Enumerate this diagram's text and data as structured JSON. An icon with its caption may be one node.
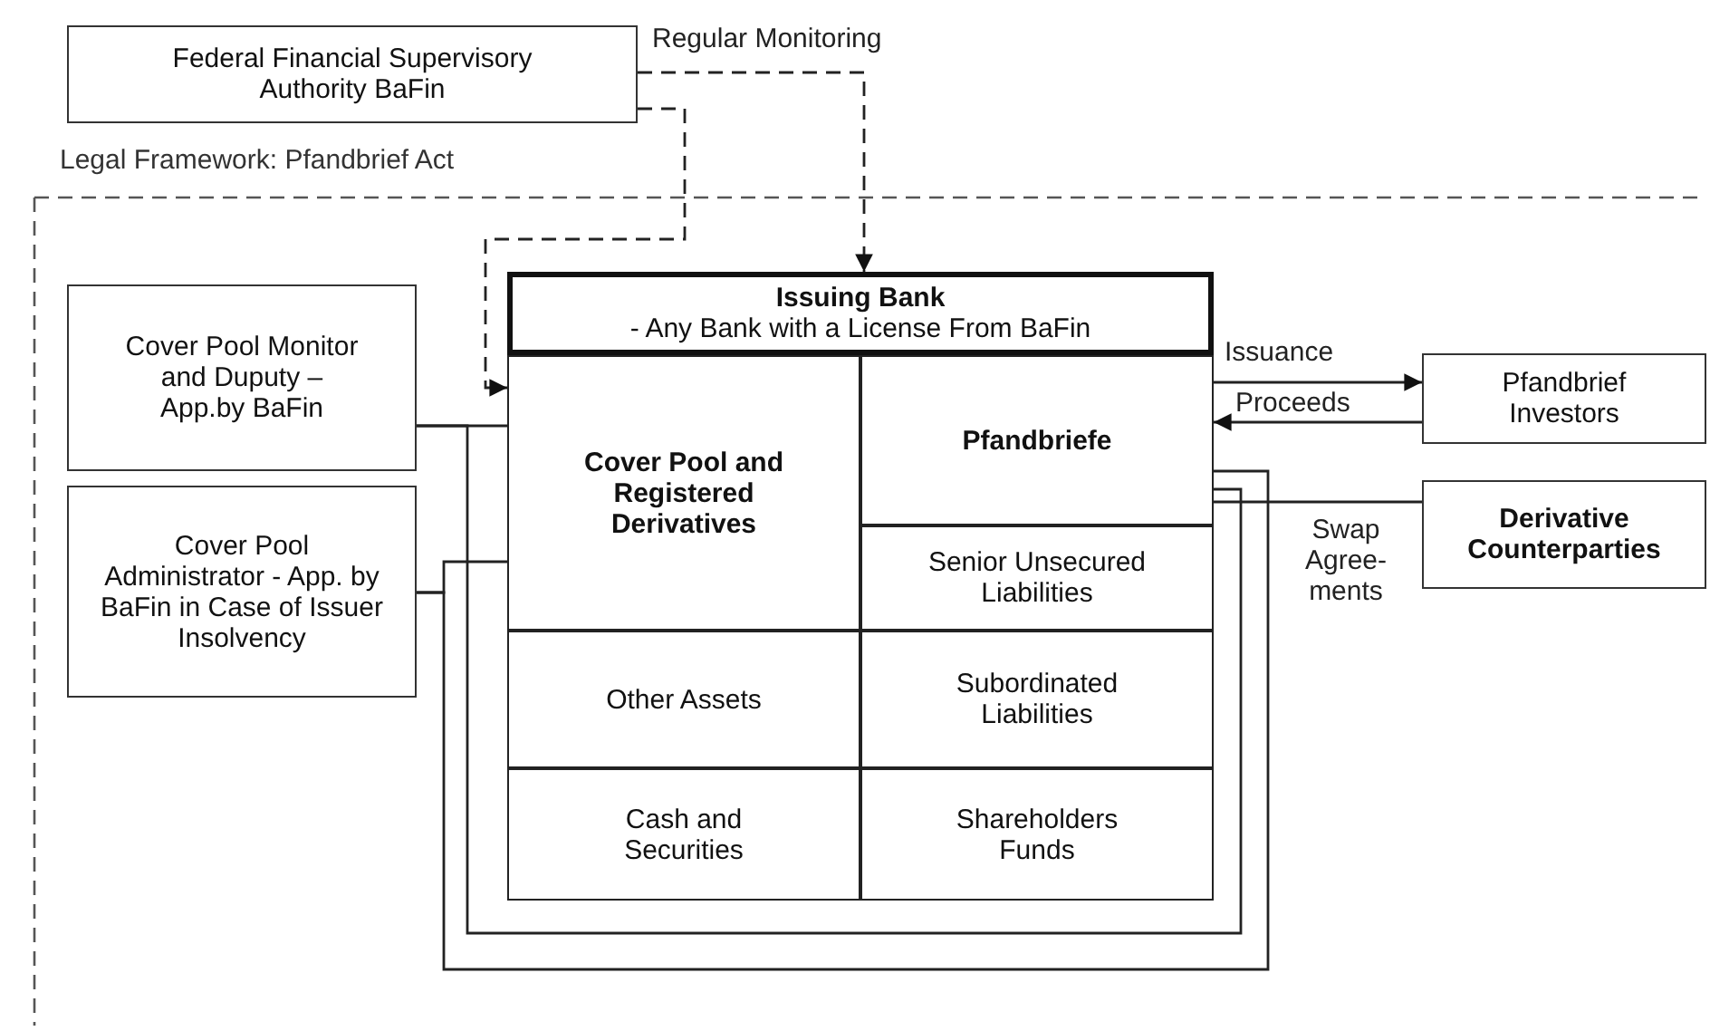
{
  "diagram": {
    "nodes": [
      {
        "text": [
          "Federal Financial Supervisory Authority BaFin"
        ]
      },
      {
        "text": [
          "Legal Framework: Pfandbrief Act"
        ]
      },
      {
        "text": [
          "Cover Pool Monitor and Duputy – App.by BaFin"
        ],
        "in": 1
      },
      {
        "text": [
          "Issuing Bank",
          "- Any Bank with a License From BaFin"
        ],
        "in": 1
      },
      {
        "text": [
          "Cover Pool Administrator - App. by BaFin in Case of Issuer Insolvency"
        ],
        "in": 1
      },
      {
        "text": [
          "Cover Pool and Registered Derivatives"
        ],
        "in": 1
      },
      {
        "text": [
          "Pfandbriefe"
        ],
        "in": 1
      },
      {
        "text": [
          "Senior Unsecured Liabilities"
        ],
        "in": 1
      },
      {
        "text": [
          "Other Assets"
        ],
        "in": 1
      },
      {
        "text": [
          "Subordinated Liabilities"
        ],
        "in": 1
      },
      {
        "text": [
          "Cash and Securities"
        ],
        "in": 1
      },
      {
        "text": [
          "Shareholders Funds"
        ],
        "in": 1
      },
      {
        "text": [
          "Pfandbrief Investors"
        ],
        "in": 1
      },
      {
        "text": [
          "Derivative Counterparties"
        ],
        "in": 1
      }
    ],
    "edges": [
      {
        "from": 0,
        "to": 3,
        "arrow": "to",
        "style": "dashed",
        "label": "Regular Monitoring"
      },
      {
        "from": 0,
        "to": 5,
        "arrow": "to",
        "style": "dashed"
      },
      {
        "from": 6,
        "to": 12,
        "arrow": "to",
        "label": "Issuance"
      },
      {
        "from": 12,
        "to": 6,
        "arrow": "to",
        "label": "Proceeds"
      },
      {
        "from": 6,
        "to": 13,
        "arrow": "none",
        "label": "Swap Agree-ments"
      },
      {
        "from": 2,
        "to": 5,
        "arrow": "none"
      },
      {
        "from": 2,
        "to": 6,
        "arrow": "none"
      },
      {
        "from": 4,
        "to": 5,
        "arrow": "none"
      },
      {
        "from": 4,
        "to": 6,
        "arrow": "none"
      }
    ]
  }
}
